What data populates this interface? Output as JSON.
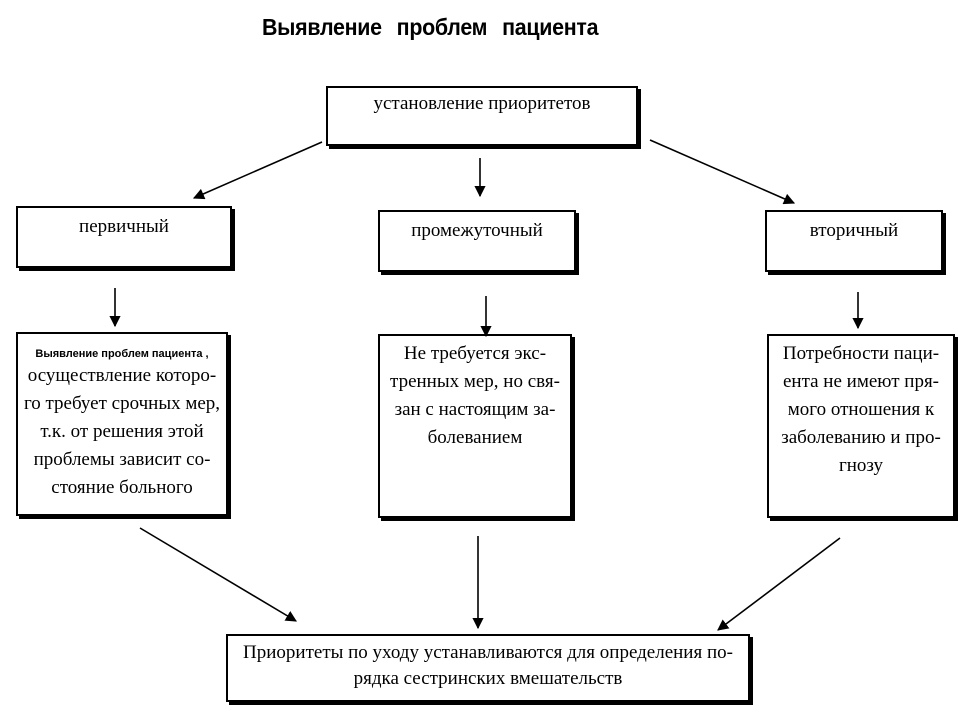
{
  "title": "Выявление   проблем   пациента",
  "root": {
    "label": "установление приоритетов"
  },
  "levels": [
    {
      "label": "первичный"
    },
    {
      "label": "промежуточный"
    },
    {
      "label": "вторичный"
    }
  ],
  "descriptions": [
    {
      "lead": "Выявление проблем пациента   ,",
      "lines": [
        "осуществление которо-",
        "го требует срочных мер,",
        "т.к. от решения этой",
        "проблемы зависит со-",
        "стояние больного"
      ]
    },
    {
      "lines": [
        "Не требуется экс-",
        "тренных мер, но свя-",
        "зан с настоящим за-",
        "болеванием"
      ]
    },
    {
      "lines": [
        "Потребности паци-",
        "ента не имеют пря-",
        "мого отношения к",
        "заболеванию и про-",
        "гнозу"
      ]
    }
  ],
  "bottom": {
    "lines": [
      "Приоритеты по уходу устанавливаются для определения по-",
      "рядка сестринских вмешательств"
    ]
  }
}
